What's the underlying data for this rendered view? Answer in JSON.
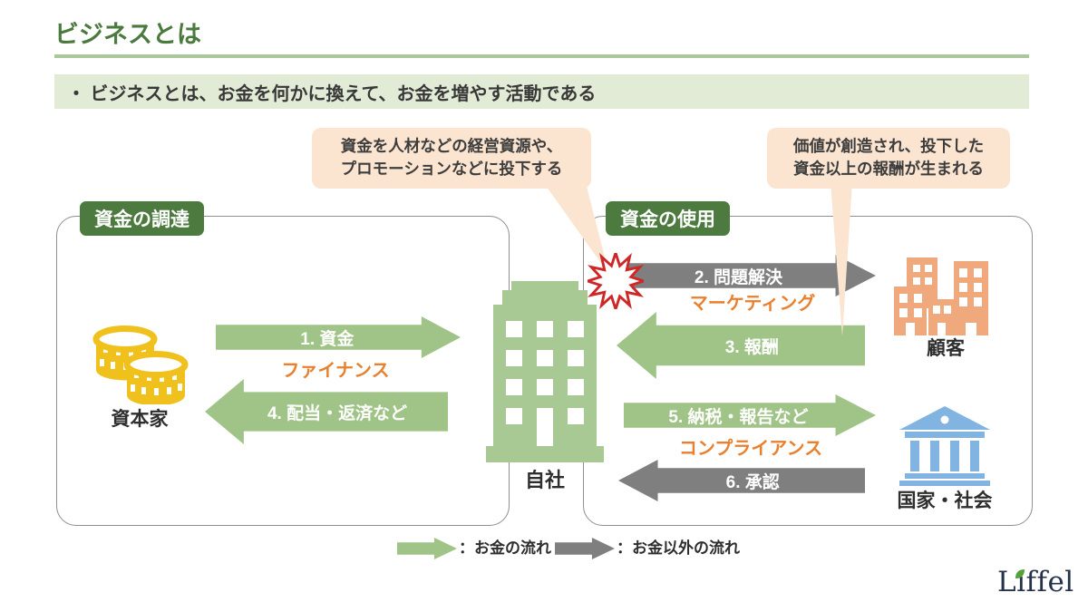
{
  "page": {
    "title": "ビジネスとは",
    "subtitle": "・ ビジネスとは、お金を何かに換えて、お金を増やす活動である"
  },
  "callouts": {
    "invest": {
      "line1": "資金を人材などの経営資源や、",
      "line2": "プロモーションなどに投下する"
    },
    "value": {
      "line1": "価値が創造され、投下した",
      "line2": "資金以上の報酬が生まれる"
    }
  },
  "sections": {
    "funding": "資金の調達",
    "usage": "資金の使用"
  },
  "entities": {
    "capitalist": "資本家",
    "company": "自社",
    "customers": "顧客",
    "state": "国家・社会"
  },
  "flows": {
    "f1": "1. 資金",
    "f2": "2. 問題解決",
    "f3": "3. 報酬",
    "f4": "4. 配当・返済など",
    "f5": "5. 納税・報告など",
    "f6": "6. 承認"
  },
  "activities": {
    "finance": "ファイナンス",
    "marketing": "マーケティング",
    "compliance": "コンプライアンス"
  },
  "legend": {
    "money": "：お金の流れ",
    "non_money": "：お金以外の流れ"
  },
  "logo": {
    "text": "Liffel"
  },
  "colors": {
    "accent_green": "#4c7a3f",
    "flow_green": "#a0c487",
    "flow_gray": "#7f7f7f",
    "activity_orange": "#e8802f",
    "callout_peach": "#fbe4d0",
    "coin_yellow": "#f0c11c",
    "customer_orange": "#efa97c",
    "state_blue": "#82b4e1",
    "company_green": "#a8c993",
    "burst_red": "#ce2727",
    "logo_navy": "#26324a"
  }
}
